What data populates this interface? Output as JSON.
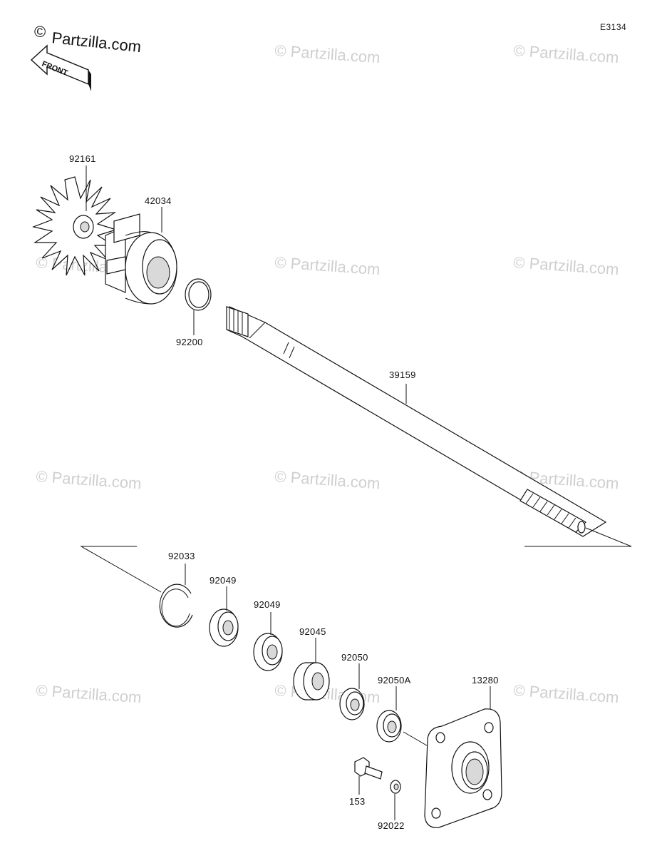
{
  "brand": {
    "text": "Partzilla.com",
    "symbol": "©"
  },
  "diagram_code": "E3134",
  "front_label": "FRONT",
  "watermark": "© Partzilla.com",
  "parts": [
    {
      "id": "92161",
      "label": "92161"
    },
    {
      "id": "42034",
      "label": "42034"
    },
    {
      "id": "92200",
      "label": "92200"
    },
    {
      "id": "39159",
      "label": "39159"
    },
    {
      "id": "92033",
      "label": "92033"
    },
    {
      "id": "92049a",
      "label": "92049"
    },
    {
      "id": "92049b",
      "label": "92049"
    },
    {
      "id": "92045",
      "label": "92045"
    },
    {
      "id": "92050",
      "label": "92050"
    },
    {
      "id": "92050A",
      "label": "92050A"
    },
    {
      "id": "13280",
      "label": "13280"
    },
    {
      "id": "153",
      "label": "153"
    },
    {
      "id": "92022",
      "label": "92022"
    }
  ],
  "colors": {
    "line": "#111111",
    "watermark": "#cfcfcf"
  }
}
